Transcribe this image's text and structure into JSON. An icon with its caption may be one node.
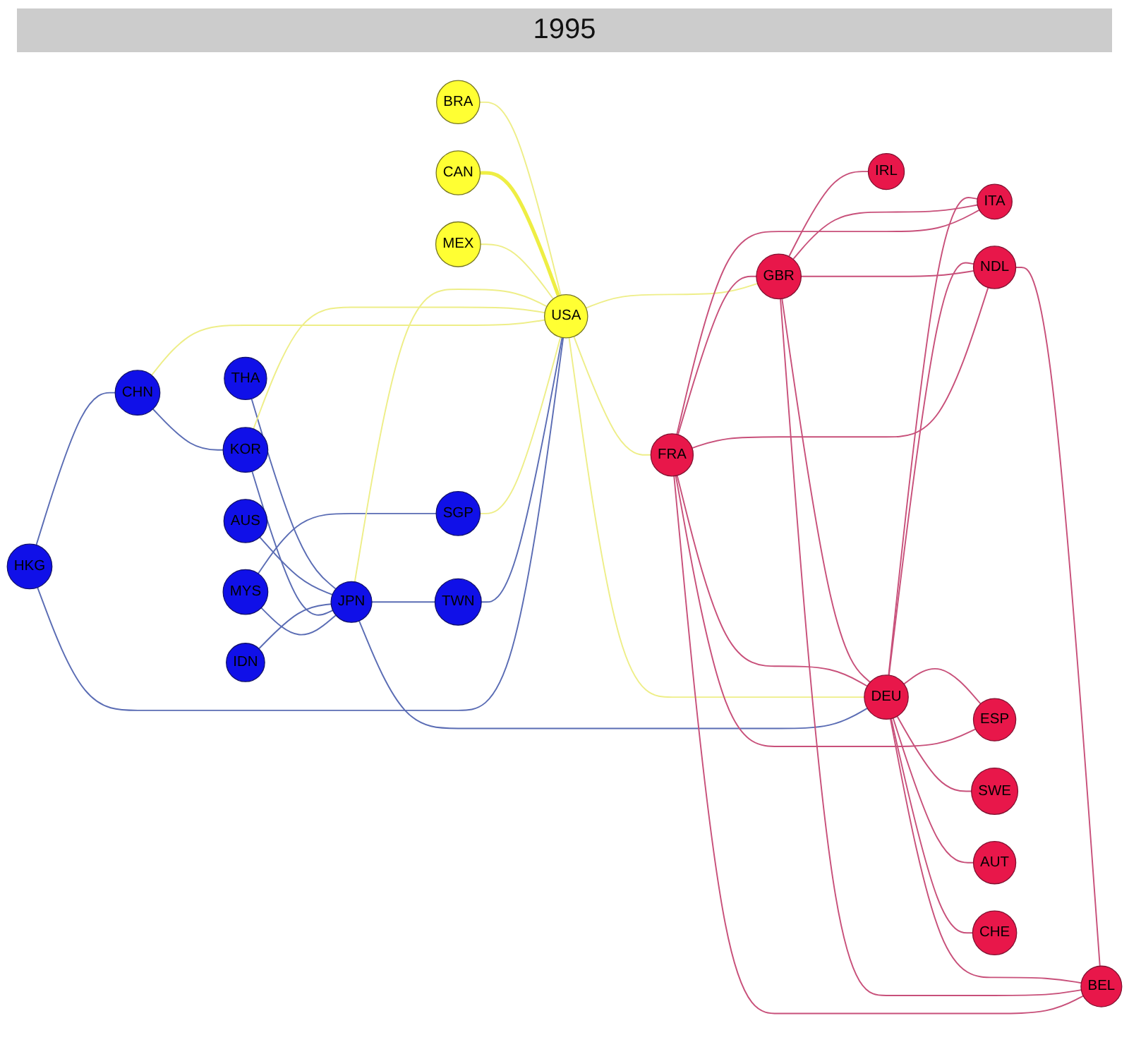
{
  "diagram": {
    "title": "1995",
    "nodes": [
      {
        "text": [
          "MEX"
        ]
      },
      {
        "text": [
          "SGP"
        ]
      },
      {
        "text": [
          "HKG"
        ]
      },
      {
        "text": [
          "CAN"
        ]
      },
      {
        "text": [
          "MYS"
        ]
      },
      {
        "text": [
          "CHN"
        ]
      },
      {
        "text": [
          "BRA"
        ]
      },
      {
        "text": [
          "IDN"
        ]
      },
      {
        "text": [
          "KOR"
        ]
      },
      {
        "text": [
          "USA"
        ]
      },
      {
        "text": [
          "JPN"
        ]
      },
      {
        "text": [
          "AUS"
        ]
      },
      {
        "text": [
          "TWN"
        ]
      },
      {
        "text": [
          "THA"
        ]
      },
      {
        "text": [
          "FRA"
        ]
      },
      {
        "text": [
          "GBR"
        ]
      },
      {
        "text": [
          "IRL"
        ]
      },
      {
        "text": [
          "ITA"
        ]
      },
      {
        "text": [
          "DEU"
        ]
      },
      {
        "text": [
          "NDL"
        ]
      },
      {
        "text": [
          "BEL"
        ]
      },
      {
        "text": [
          "ESP"
        ]
      },
      {
        "text": [
          "SWE"
        ]
      },
      {
        "text": [
          "AUT"
        ]
      },
      {
        "text": [
          "CHE"
        ]
      }
    ],
    "edges": [
      {
        "from": 4,
        "to": 1,
        "arrow": "none",
        "color": "#5a6cb4"
      },
      {
        "from": 4,
        "to": 10,
        "arrow": "none",
        "color": "#5a6cb4"
      },
      {
        "from": 2,
        "to": 5,
        "arrow": "none",
        "color": "#5a6cb4"
      },
      {
        "from": 2,
        "to": 9,
        "arrow": "none",
        "color": "#5a6cb4"
      },
      {
        "from": 5,
        "to": 8,
        "arrow": "none",
        "color": "#5a6cb4"
      },
      {
        "from": 8,
        "to": 10,
        "arrow": "none",
        "color": "#5a6cb4"
      },
      {
        "from": 7,
        "to": 10,
        "arrow": "none",
        "color": "#5a6cb4"
      },
      {
        "from": 11,
        "to": 10,
        "arrow": "none",
        "color": "#5a6cb4"
      },
      {
        "from": 13,
        "to": 10,
        "arrow": "none",
        "color": "#5a6cb4"
      },
      {
        "from": 10,
        "to": 12,
        "arrow": "none",
        "color": "#5a6cb4"
      },
      {
        "from": 12,
        "to": 9,
        "arrow": "none",
        "color": "#5a6cb4"
      },
      {
        "from": 10,
        "to": 18,
        "arrow": "none",
        "color": "#5a6cb4"
      },
      {
        "from": 1,
        "to": 9,
        "arrow": "none",
        "color": "#eeee88"
      },
      {
        "from": 5,
        "to": 9,
        "arrow": "none",
        "color": "#eeee88"
      },
      {
        "from": 8,
        "to": 9,
        "arrow": "none",
        "color": "#eeee88"
      },
      {
        "from": 10,
        "to": 9,
        "arrow": "none",
        "color": "#eeee88"
      },
      {
        "from": 0,
        "to": 9,
        "arrow": "none",
        "color": "#eeee88"
      },
      {
        "from": 3,
        "to": 9,
        "arrow": "none",
        "style": "thick",
        "color": "#eeee44"
      },
      {
        "from": 6,
        "to": 9,
        "arrow": "none",
        "color": "#eeee88"
      },
      {
        "from": 9,
        "to": 18,
        "arrow": "none",
        "color": "#eeee88"
      },
      {
        "from": 9,
        "to": 14,
        "arrow": "none",
        "color": "#eeee88"
      },
      {
        "from": 9,
        "to": 15,
        "arrow": "none",
        "color": "#eeee88"
      },
      {
        "from": 14,
        "to": 15,
        "arrow": "none"
      },
      {
        "from": 15,
        "to": 16,
        "arrow": "none"
      },
      {
        "from": 14,
        "to": 18,
        "arrow": "none"
      },
      {
        "from": 14,
        "to": 17,
        "arrow": "none"
      },
      {
        "from": 14,
        "to": 19,
        "arrow": "none"
      },
      {
        "from": 14,
        "to": 20,
        "arrow": "none"
      },
      {
        "from": 14,
        "to": 21,
        "arrow": "none"
      },
      {
        "from": 15,
        "to": 18,
        "arrow": "none"
      },
      {
        "from": 15,
        "to": 17,
        "arrow": "none"
      },
      {
        "from": 15,
        "to": 19,
        "arrow": "none"
      },
      {
        "from": 15,
        "to": 20,
        "arrow": "none"
      },
      {
        "from": 18,
        "to": 17,
        "arrow": "none"
      },
      {
        "from": 18,
        "to": 19,
        "arrow": "none"
      },
      {
        "from": 18,
        "to": 20,
        "arrow": "none"
      },
      {
        "from": 18,
        "to": 21,
        "arrow": "none"
      },
      {
        "from": 18,
        "to": 22,
        "arrow": "none"
      },
      {
        "from": 18,
        "to": 23,
        "arrow": "none"
      },
      {
        "from": 18,
        "to": 24,
        "arrow": "none"
      },
      {
        "from": 19,
        "to": 20,
        "arrow": "none"
      }
    ]
  }
}
